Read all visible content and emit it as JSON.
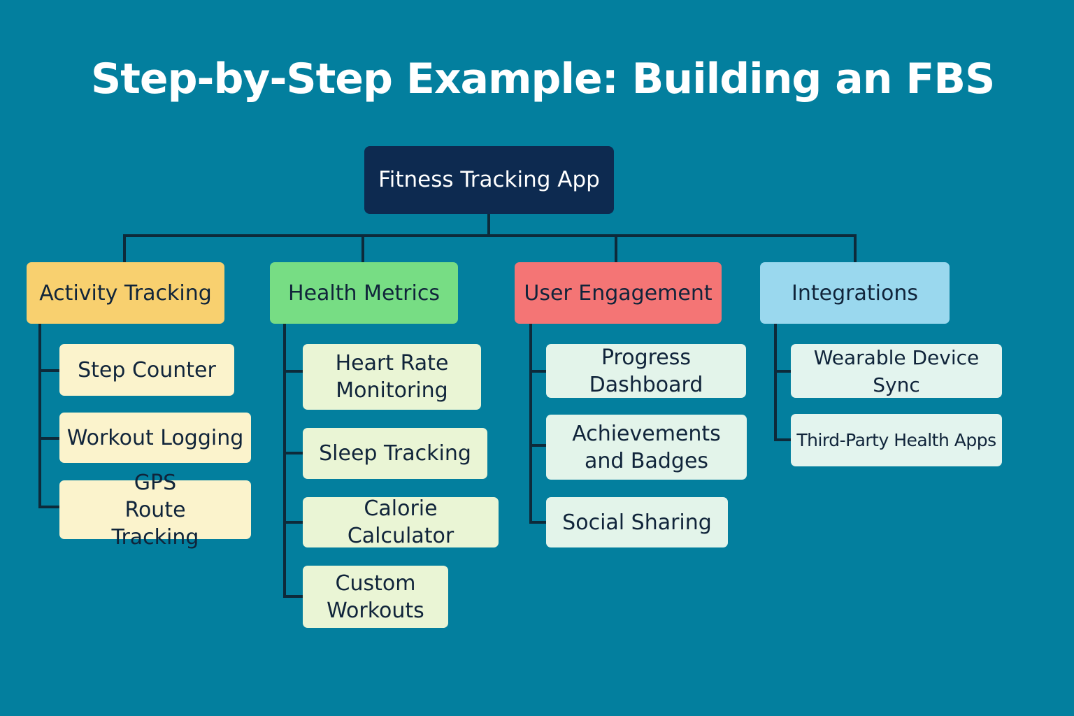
{
  "title": "Step-by-Step Example: Building an FBS",
  "root": "Fitness Tracking App",
  "categories": [
    {
      "label": "Activity Tracking",
      "color": "#f8d06f",
      "children": [
        "Step Counter",
        "Workout Logging",
        "GPS Route Tracking"
      ]
    },
    {
      "label": "Health Metrics",
      "color": "#77dd84",
      "children": [
        "Heart Rate Monitoring",
        "Sleep Tracking",
        "Calorie Calculator",
        "Custom Workouts"
      ]
    },
    {
      "label": "User Engagement",
      "color": "#f47575",
      "children": [
        "Progress Dashboard",
        "Achievements and Badges",
        "Social Sharing"
      ]
    },
    {
      "label": "Integrations",
      "color": "#9ad8ee",
      "children": [
        "Wearable Device Sync",
        "Third-Party Health Apps"
      ]
    }
  ]
}
